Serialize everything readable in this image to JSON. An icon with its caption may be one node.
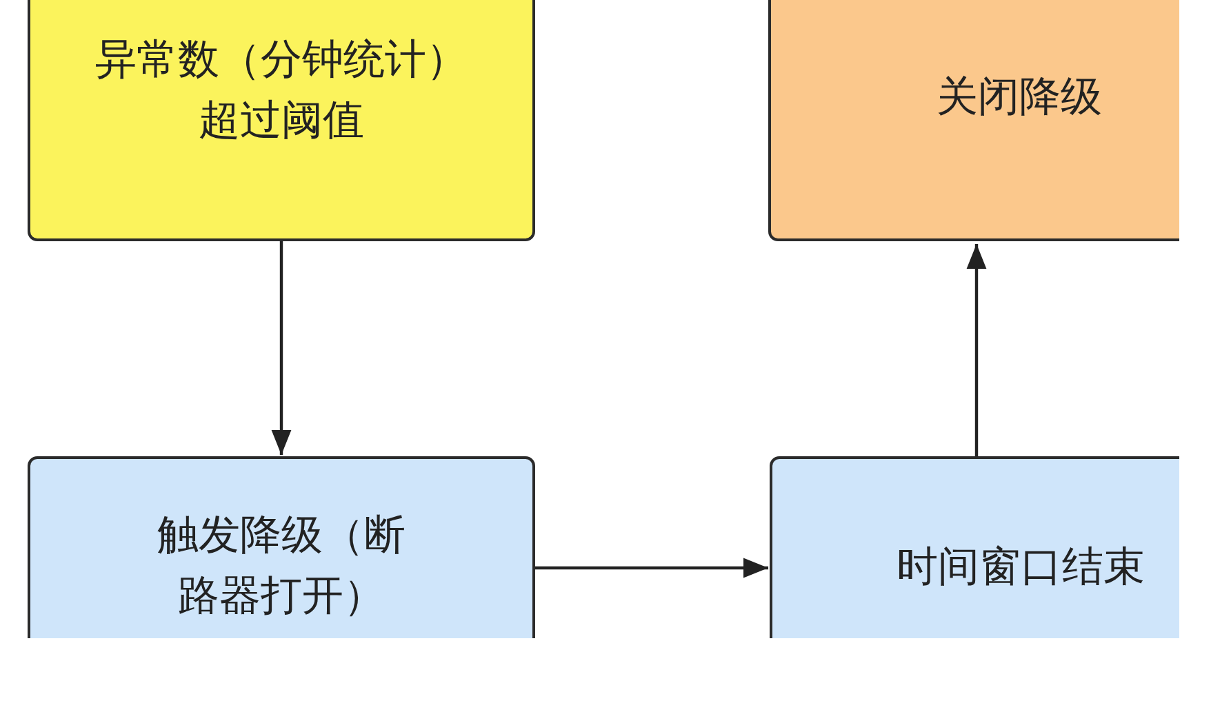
{
  "diagram": {
    "nodes": [
      {
        "text": [
          "异常数（分钟统计）超过阈值"
        ]
      },
      {
        "text": [
          "关闭降级"
        ]
      },
      {
        "text": [
          "触发降级（断路器打开）"
        ]
      },
      {
        "text": [
          "时间窗口结束"
        ]
      }
    ],
    "edges": [
      {
        "from": 0,
        "to": 2,
        "arrow": "to"
      },
      {
        "from": 2,
        "to": 3,
        "arrow": "to"
      },
      {
        "from": 3,
        "to": 1,
        "arrow": "to"
      }
    ]
  }
}
